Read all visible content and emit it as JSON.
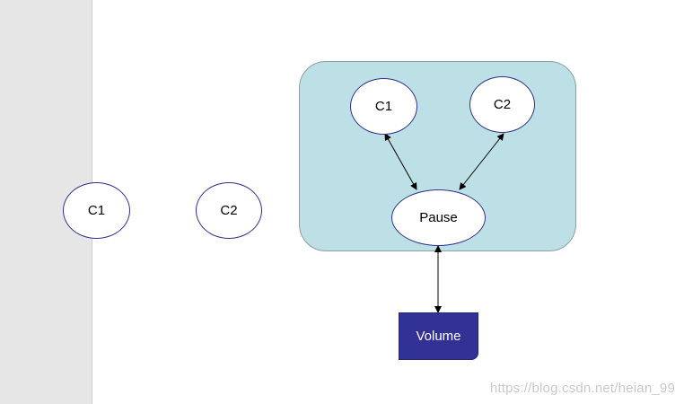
{
  "diagram": {
    "standalone": {
      "c1_label": "C1",
      "c2_label": "C2"
    },
    "pod": {
      "c1_label": "C1",
      "c2_label": "C2",
      "pause_label": "Pause"
    },
    "volume_label": "Volume",
    "edges": [
      {
        "from": "C1",
        "to": "Pause",
        "bidirectional": true
      },
      {
        "from": "C2",
        "to": "Pause",
        "bidirectional": true
      },
      {
        "from": "Pause",
        "to": "Volume",
        "bidirectional": true
      }
    ]
  },
  "watermark": "https://blog.csdn.net/heian_99",
  "colors": {
    "left_panel": "#e6e6e6",
    "pod_fill": "#bce0e5",
    "node_border": "#2f2f8a",
    "volume_fill": "#323296",
    "watermark": "#c9c9c9"
  }
}
